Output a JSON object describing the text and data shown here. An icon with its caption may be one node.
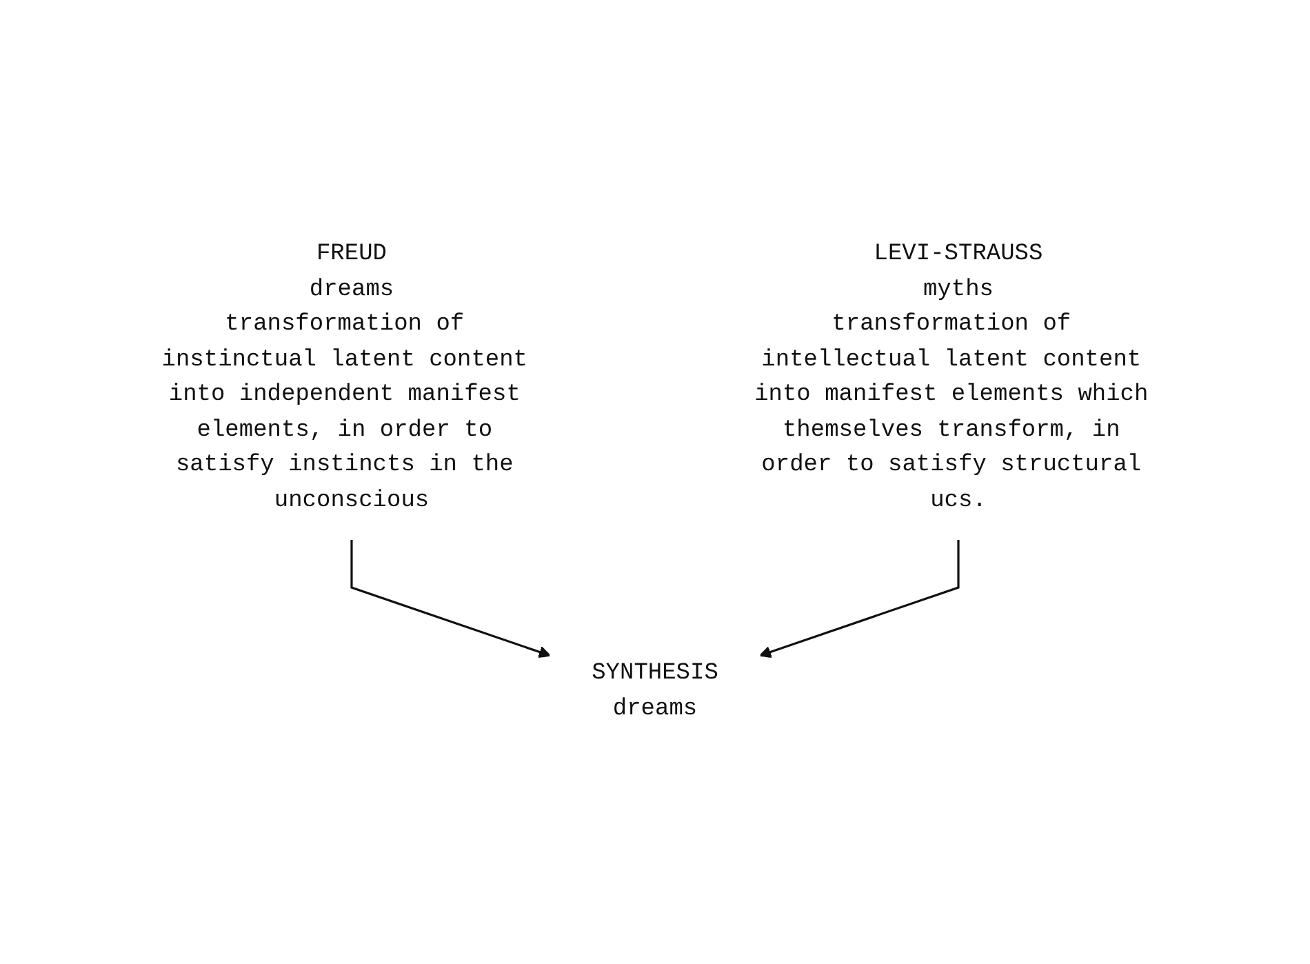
{
  "diagram": {
    "nodes": [
      {
        "text": [
          "FREUD",
          "dreams",
          "transformation of instinctual latent content into independent manifest elements, in order to satisfy instincts in the unconscious"
        ]
      },
      {
        "text": [
          "LEVI-STRAUSS",
          "myths",
          "transformation of intellectual latent content into manifest elements which themselves transform, in order to satisfy structural ucs."
        ]
      },
      {
        "text": [
          "SYNTHESIS",
          "dreams"
        ]
      }
    ],
    "edges": [
      {
        "from": 0,
        "to": 2,
        "arrow": "to"
      },
      {
        "from": 1,
        "to": 2,
        "arrow": "to"
      }
    ]
  }
}
